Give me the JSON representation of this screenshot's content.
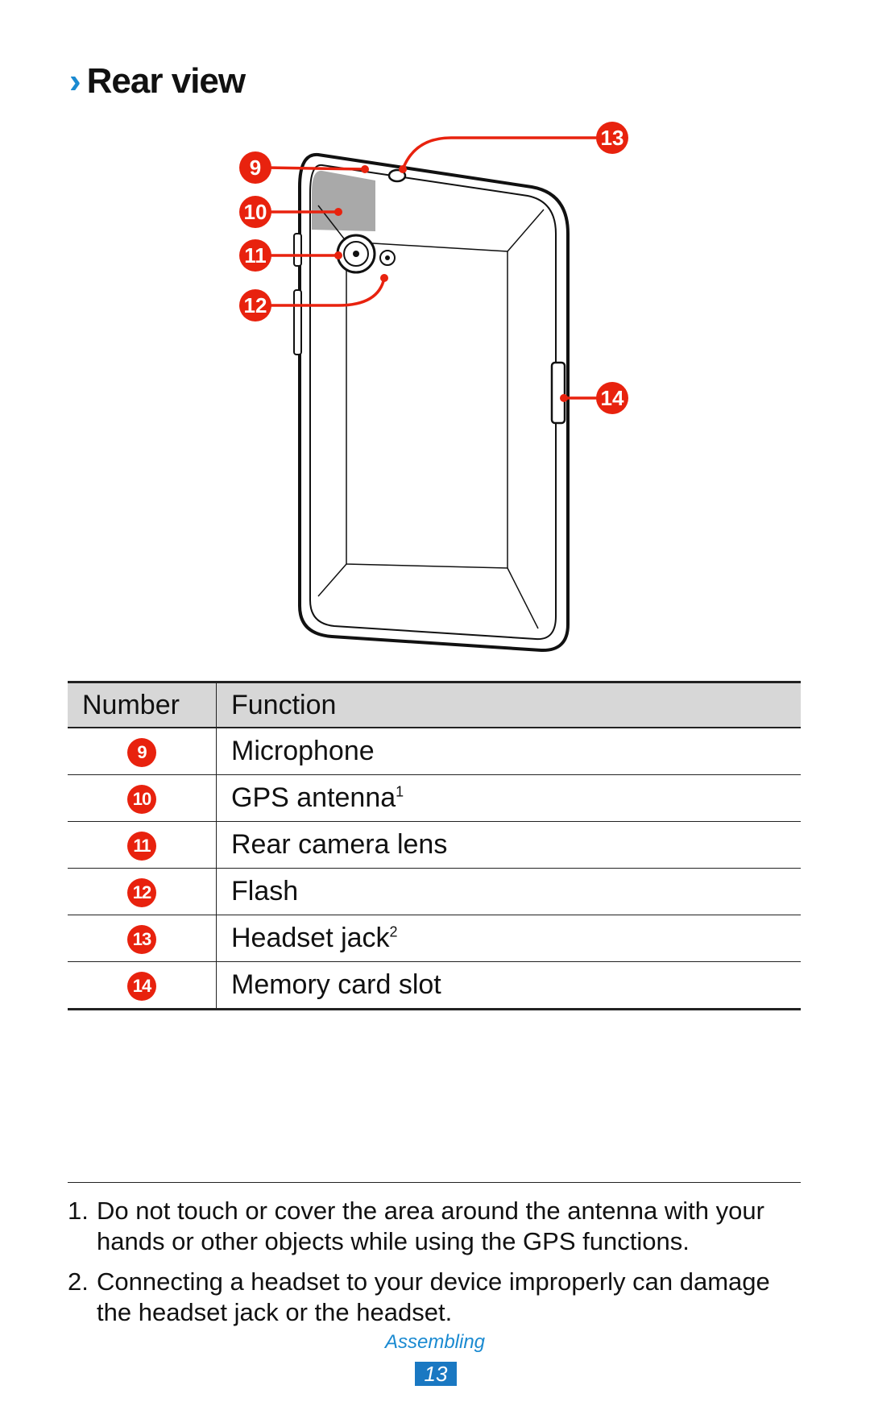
{
  "section": {
    "chevron": "›",
    "title": "Rear view"
  },
  "diagram": {
    "callouts": [
      "9",
      "10",
      "11",
      "12",
      "13",
      "14"
    ]
  },
  "table": {
    "headers": {
      "number": "Number",
      "function": "Function"
    },
    "rows": [
      {
        "number": "9",
        "function": "Microphone",
        "sup": ""
      },
      {
        "number": "10",
        "function": "GPS antenna",
        "sup": "1"
      },
      {
        "number": "11",
        "function": "Rear camera lens",
        "sup": ""
      },
      {
        "number": "12",
        "function": "Flash",
        "sup": ""
      },
      {
        "number": "13",
        "function": "Headset jack",
        "sup": "2"
      },
      {
        "number": "14",
        "function": "Memory card slot",
        "sup": ""
      }
    ]
  },
  "notes": [
    {
      "marker": "1.",
      "text": "Do not touch or cover the area around the antenna with your hands or other objects while using the GPS functions."
    },
    {
      "marker": "2.",
      "text": "Connecting a headset to your device improperly can damage the headset jack or the headset."
    }
  ],
  "footer": {
    "section": "Assembling",
    "page": "13"
  },
  "colors": {
    "accent_blue": "#1a8ad1",
    "callout_red": "#e8220e",
    "header_gray": "#d7d7d7"
  }
}
